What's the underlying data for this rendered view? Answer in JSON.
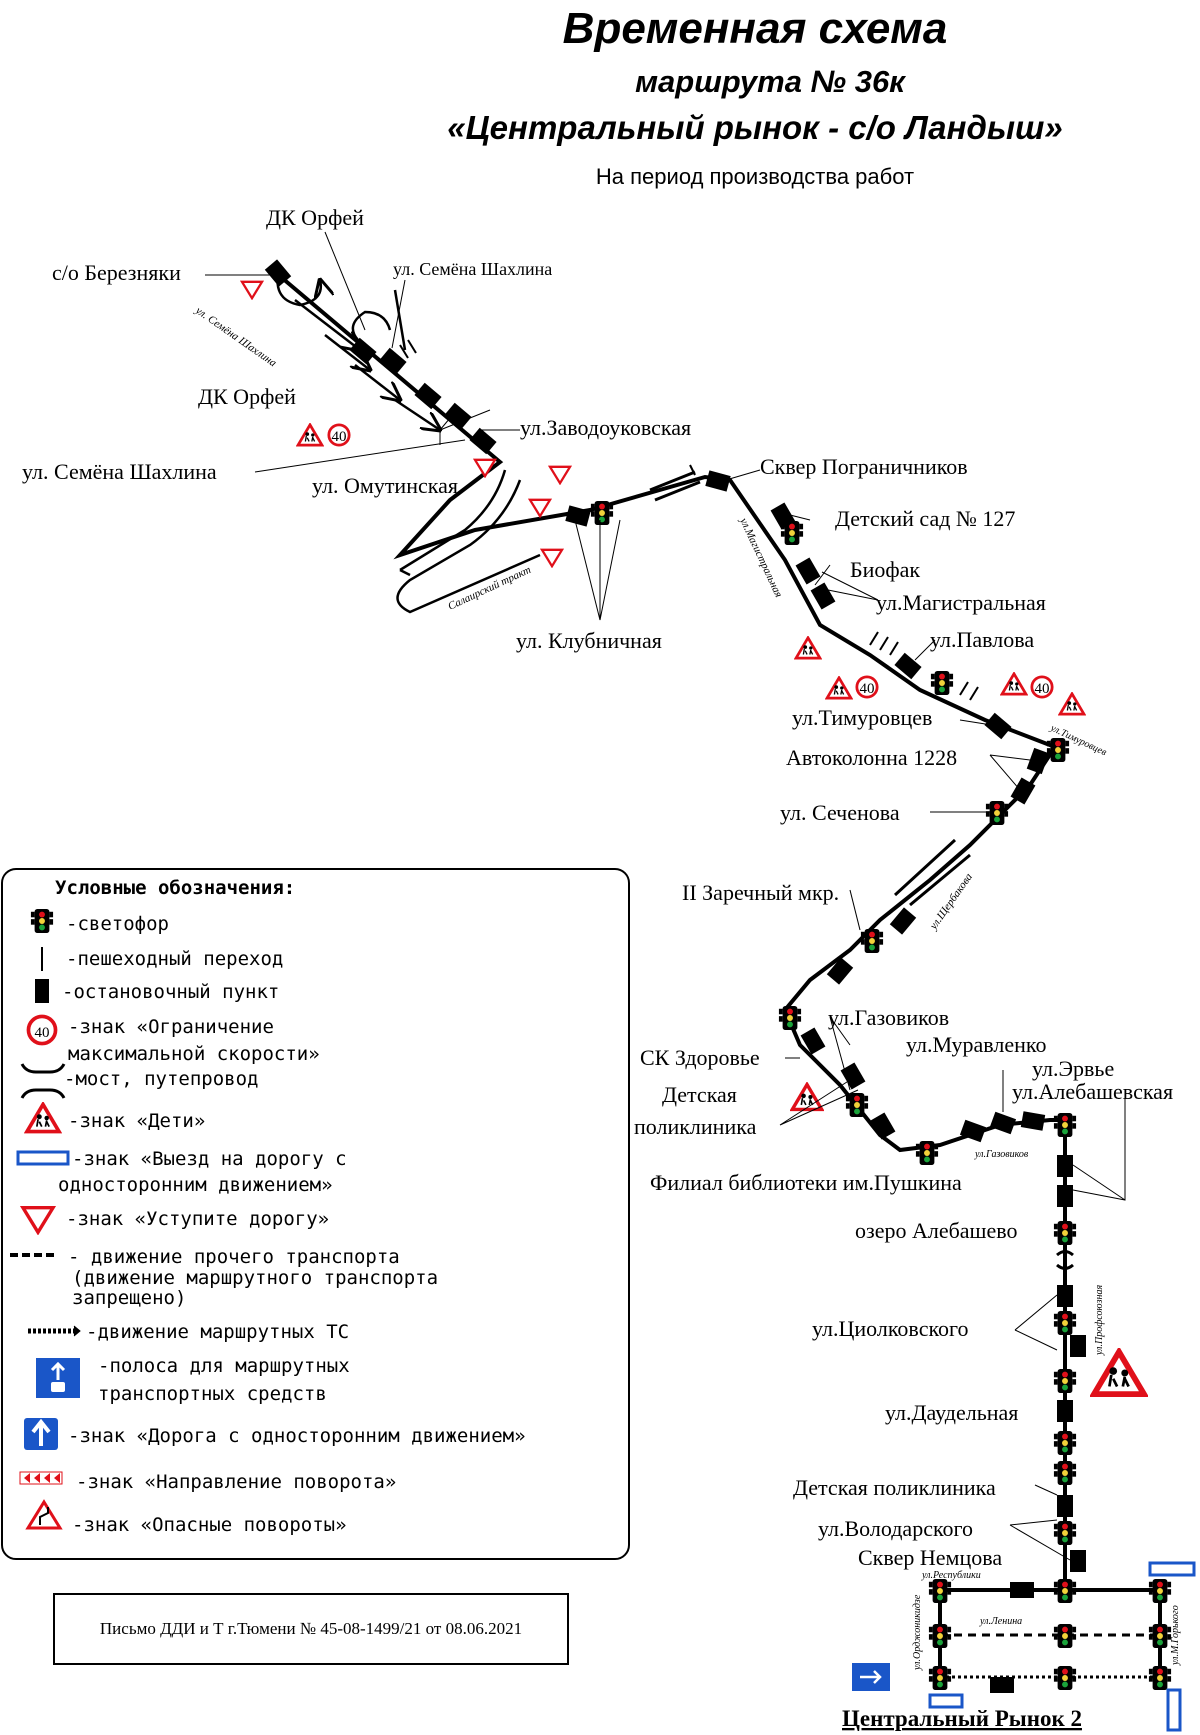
{
  "title": {
    "line1": "Временная схема",
    "line2": "маршрута № 36к",
    "line3": "«Центральный рынок - с/о Ландыш»",
    "subtitle": "На период производства работ"
  },
  "labels": {
    "dk_orfei_top": "ДК Орфей",
    "so_bereznyaki": "с/о Березняки",
    "ul_semena_shakhlina_top": "ул. Семёна Шахлина",
    "ul_semena_shakhlina_road": "ул. Семёна Шахлина",
    "dk_orfei_mid": "ДК Орфей",
    "ul_semena_shakhlina_left": "ул. Семёна Шахлина",
    "ul_zavodoukovskaya": "ул.Заводоуковская",
    "ul_omutinskaya": "ул. Омутинская",
    "salairsky_trakt": "Салаирский тракт",
    "ul_klubnichnaya": "ул. Клубничная",
    "skver_pogranichnikov": "Сквер Пограничников",
    "ul_magistralnaya_road": "ул.Магистральная",
    "detsky_sad_127": "Детский сад № 127",
    "biofak": "Биофак",
    "ul_magistralnaya": "ул.Магистральная",
    "ul_pavlova": "ул.Павлова",
    "ul_timurovtsev": "ул.Тимуровцев",
    "ul_timurovtsev_road": "ул.Тимуровцев",
    "avtokolonna_1228": "Автоколонна 1228",
    "ul_sechenova": "ул. Сеченова",
    "ii_zarechny": "II Заречный мкр.",
    "ul_shcherbakova_road": "ул.Щербакова",
    "ul_gazovikov": "ул.Газовиков",
    "sk_zdorovye": "СК Здоровье",
    "ul_muravlenko": "ул.Муравленко",
    "ul_ervye": "ул.Эрвье",
    "ul_alebashevskaya": "ул.Алебашевская",
    "detskaya_poliklinika_1a": "Детская",
    "detskaya_poliklinika_1b": "поликлиника",
    "ul_gazovikov_road": "ул.Газовиков",
    "filial_biblioteki": "Филиал библиотеки им.Пушкина",
    "ozero_alebashevo": "озеро Алебашево",
    "ul_profsoyuznaya_road": "ул.Профсоюзная",
    "ul_tsiolkovskogo": "ул.Циолковского",
    "ul_daudelnaya": "ул.Даудельная",
    "detskaya_poliklinika_2": "Детская поликлиника",
    "ul_volodarskogo": "ул.Володарского",
    "skver_nemtsova": "Сквер Немцова",
    "ul_respubliki_road": "ул.Республики",
    "ul_ordzhonikidze_road": "ул.Орджоникидзе",
    "ul_lenina_road": "ул.Ленина",
    "ul_m_gorkogo_road": "ул.М.Горького",
    "tsentralny_rynok_2": "Центральный Рынок 2"
  },
  "speed_limit": "40",
  "legend": {
    "heading": "Условные обозначения:",
    "items": [
      {
        "icon": "traffic-light-icon",
        "lines": [
          "-светофор"
        ]
      },
      {
        "icon": "pedestrian-crossing-icon",
        "lines": [
          "-пешеходный переход"
        ]
      },
      {
        "icon": "bus-stop-icon",
        "lines": [
          "-остановочный пункт"
        ]
      },
      {
        "icon": "speed-limit-sign-icon",
        "lines": [
          "-знак «Ограничение",
          "максимальной скорости»"
        ]
      },
      {
        "icon": "bridge-icon",
        "lines": [
          "-мост, путепровод"
        ]
      },
      {
        "icon": "children-sign-icon",
        "lines": [
          "-знак «Дети»"
        ]
      },
      {
        "icon": "one-way-exit-sign-icon",
        "lines": [
          "-знак «Выезд на дорогу с",
          "односторонним движением»"
        ]
      },
      {
        "icon": "yield-sign-icon",
        "lines": [
          "-знак «Уступите дорогу»"
        ]
      },
      {
        "icon": "dashed-line-icon",
        "lines": [
          "- движение прочего транспорта",
          "(движение маршрутного транспорта",
          "запрещено)"
        ]
      },
      {
        "icon": "route-traffic-line-icon",
        "lines": [
          "-движение маршрутных ТС"
        ]
      },
      {
        "icon": "bus-lane-sign-icon",
        "lines": [
          "-полоса для маршрутных",
          "транспортных средств"
        ]
      },
      {
        "icon": "one-way-road-sign-icon",
        "lines": [
          "-знак «Дорога с односторонним движением»"
        ]
      },
      {
        "icon": "turn-direction-sign-icon",
        "lines": [
          "-знак «Направление поворота»"
        ]
      },
      {
        "icon": "dangerous-turns-sign-icon",
        "lines": [
          "-знак «Опасные повороты»"
        ]
      }
    ]
  },
  "reference_note": "Письмо ДДИ и Т г.Тюмени № 45-08-1499/21 от 08.06.2021",
  "colors": {
    "route": "#000000",
    "sign_red": "#e0101a",
    "sign_blue": "#1a56c8",
    "traffic_light_yellow": "#f2d23a"
  }
}
